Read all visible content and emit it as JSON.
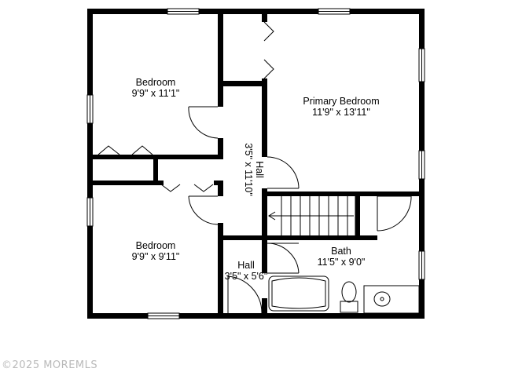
{
  "rooms": {
    "bedroom_top": {
      "name": "Bedroom",
      "dims": "9'9\" x 11'1\""
    },
    "primary_bedroom": {
      "name": "Primary Bedroom",
      "dims": "11'9\" x 13'11\""
    },
    "hall_vertical": {
      "name": "Hall",
      "dims": "3'5\" x 11'10\""
    },
    "bedroom_bottom": {
      "name": "Bedroom",
      "dims": "9'9\" x 9'11\""
    },
    "hall_small": {
      "name": "Hall",
      "dims": "3'5\" x 5'6\""
    },
    "bath": {
      "name": "Bath",
      "dims": "11'5\" x 9'0\""
    }
  },
  "watermark": "©2025 MOREMLS",
  "colors": {
    "wall": "#000000",
    "background": "#ffffff",
    "watermark": "#b9b9b9"
  }
}
